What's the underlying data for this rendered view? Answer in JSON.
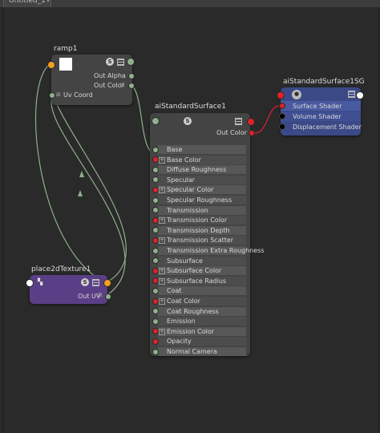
{
  "window": {
    "tab_title": "Untitled_1",
    "tab_menu_glyph": "▾"
  },
  "nodes": {
    "ramp": {
      "title": "ramp1",
      "out_alpha": "Out Alpha",
      "out_color": "Out Color",
      "uv_coord": "Uv Coord",
      "icons": [
        "shader-ball-icon",
        "attribute-list-icon"
      ]
    },
    "surface": {
      "title": "aiStandardSurface1",
      "out_color": "Out Color",
      "attributes": [
        "Base",
        "Base Color",
        "Diffuse Roughness",
        "Specular",
        "Specular Color",
        "Specular Roughness",
        "Transmission",
        "Transmission Color",
        "Transmission Depth",
        "Transmission Scatter",
        "Transmission Extra Roughness",
        "Subsurface",
        "Subsurface Color",
        "Subsurface Radius",
        "Coat",
        "Coat Color",
        "Coat Roughness",
        "Emission",
        "Emission Color",
        "Opacity",
        "Normal Camera"
      ]
    },
    "shading_group": {
      "title": "aiStandardSurface1SG",
      "surface_shader": "Surface Shader",
      "volume_shader": "Volume Shader",
      "displacement_shader": "Displacement Shader"
    },
    "place2d": {
      "title": "place2dTexture1",
      "out_uv": "Out UV"
    }
  },
  "colors": {
    "float_port": "#8fb08c",
    "color_port": "#d9232a",
    "sg_header": "#3b4a86",
    "place2d_body": "#5a3f86",
    "wire": "#8fb08c"
  }
}
